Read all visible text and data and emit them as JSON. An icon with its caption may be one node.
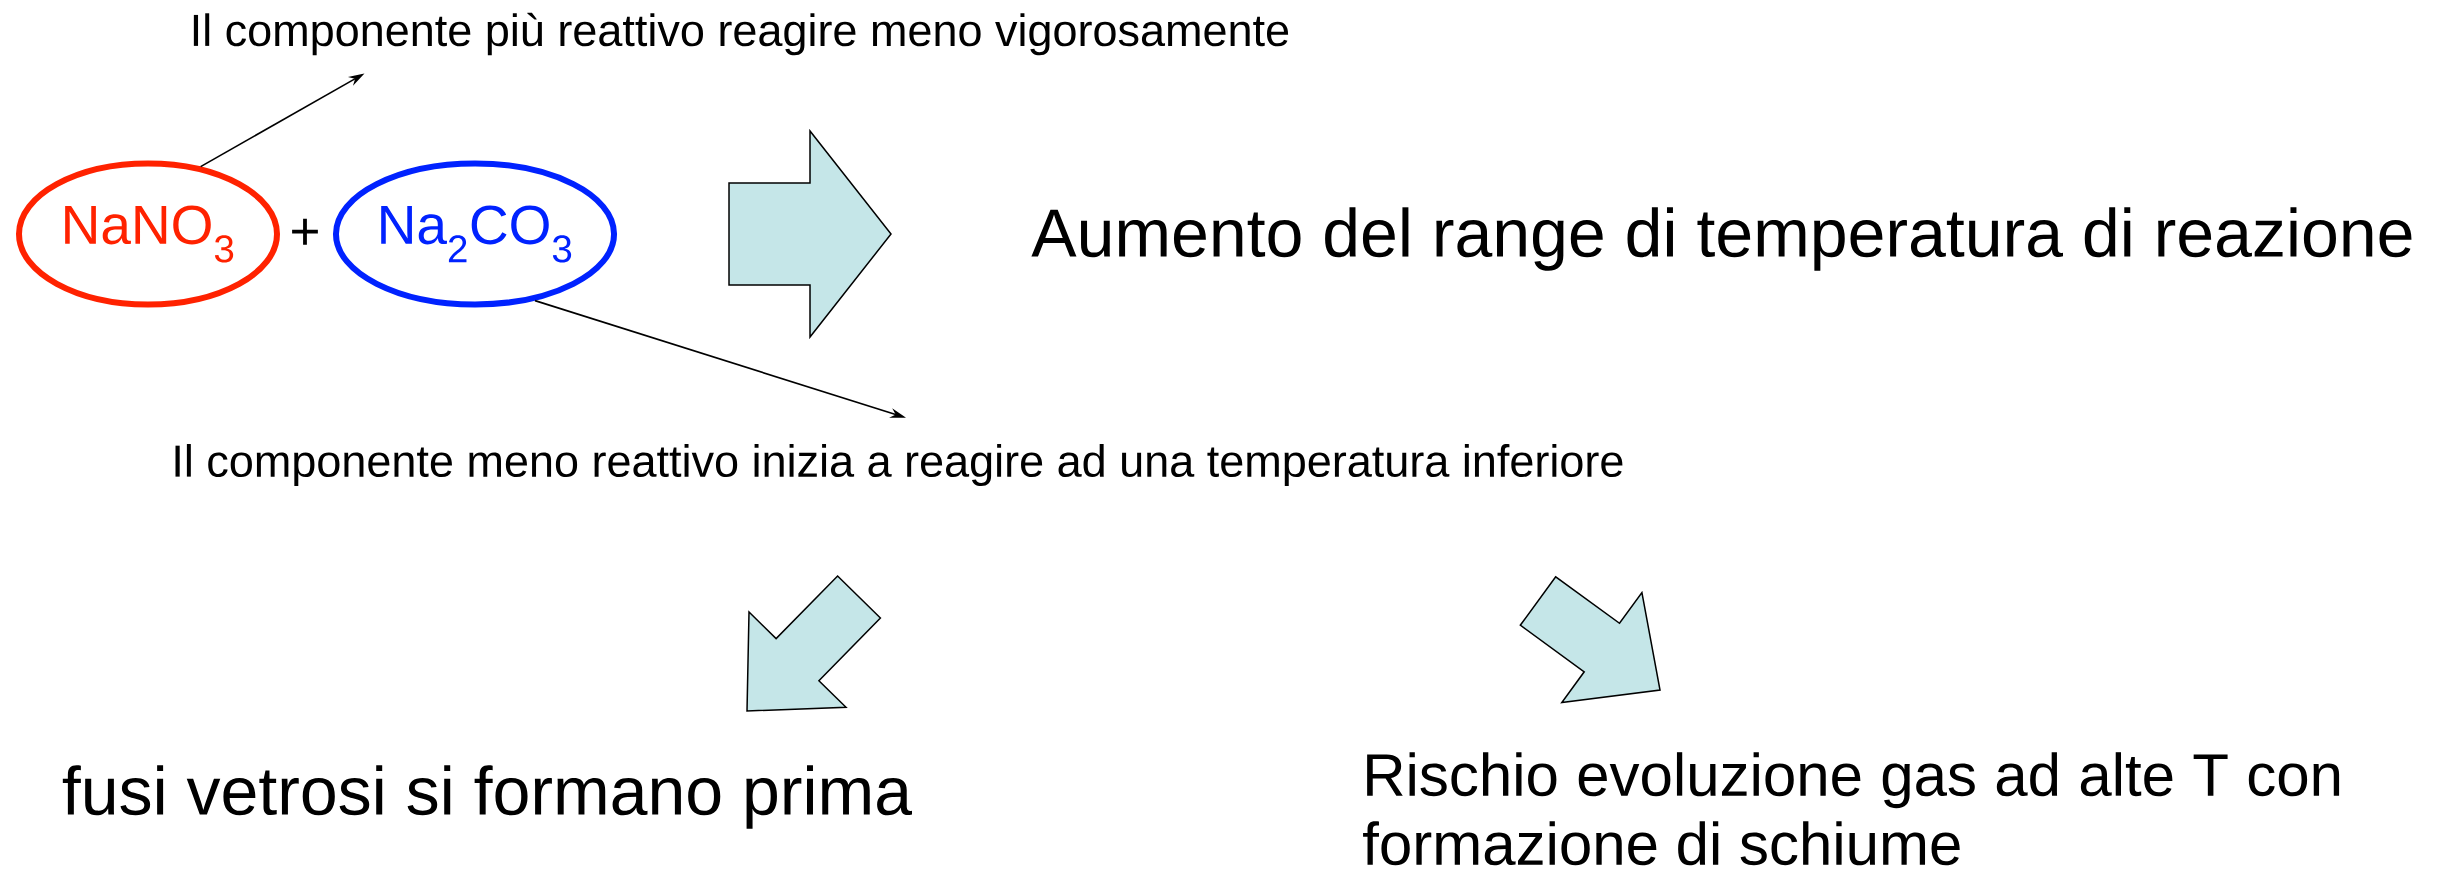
{
  "diagram": {
    "nodes": [
      {
        "text": [
          "Il componente più reattivo reagire meno vigorosamente"
        ]
      },
      {
        "text": [
          "NaNO$_{3}$"
        ]
      },
      {
        "text": [
          "Na$_{2}$CO$_{3}$"
        ]
      },
      {
        "text": [
          "Il componente meno reattivo inizia a reagire ad una temperatura inferiore"
        ]
      },
      {
        "text": [
          "Aumento del range di temperatura di reazione"
        ]
      },
      {
        "text": [
          "fusi vetrosi si formano prima"
        ]
      },
      {
        "text": [
          "Rischio evoluzione gas ad alte T con formazione di schiume"
        ]
      }
    ],
    "edges": [
      {
        "from": 1,
        "to": 0,
        "arrow": "to"
      },
      {
        "from": 2,
        "to": 3,
        "arrow": "to"
      },
      {
        "from": 2,
        "to": 4,
        "arrow": "to",
        "style": "thick"
      },
      {
        "from": 3,
        "to": 5,
        "arrow": "to",
        "style": "thick"
      },
      {
        "from": 3,
        "to": 6,
        "arrow": "to",
        "style": "thick"
      }
    ],
    "labels": [
      "+"
    ]
  }
}
